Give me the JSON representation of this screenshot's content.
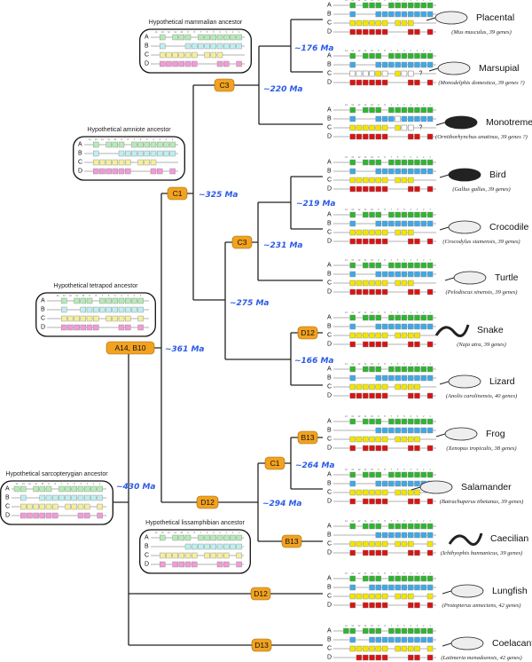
{
  "colors": {
    "A": "#2fb52f",
    "B": "#3fa9e6",
    "C": "#f2e600",
    "D": "#d81414",
    "A_ancestral": "#b5ecb5",
    "B_ancestral": "#bdeff0",
    "C_ancestral": "#f4ef9c",
    "D_ancestral": "#f39ad8",
    "badge": "#f2a21f",
    "age_text": "#2a5ae8"
  },
  "row_labels": [
    "A",
    "B",
    "C",
    "D"
  ],
  "col_labels": [
    "14",
    "13",
    "12",
    "11",
    "10",
    "9",
    "8",
    "7",
    "6",
    "5",
    "4",
    "3",
    "2",
    "1"
  ],
  "ages": {
    "therian": "~176 Ma",
    "mammal": "~220 Ma",
    "amniote": "~325 Ma",
    "archelosaur": "~231 Ma",
    "archosaur": "~219 Ma",
    "reptile": "~275 Ma",
    "squamate": "~166 Ma",
    "tetrapod": "~361 Ma",
    "batrachian": "~264 Ma",
    "amphibian": "~294 Ma",
    "sarcopterygian": "~430 Ma"
  },
  "badges": {
    "mammal_c3": "C3",
    "amniote_c1": "C1",
    "reptile_c3": "C3",
    "squamate_d12": "D12",
    "tetrapod_a14b10": "A14, B10",
    "amphibian_d12": "D12",
    "batrachian_c1": "C1",
    "frog_b13": "B13",
    "caecilian_b13": "B13",
    "lungfish_d12": "D12",
    "coelacanth_d13": "D13"
  },
  "ancestors": [
    {
      "title": "Hypothetical mammalian ancestor",
      "rows": [
        "01011101111111",
        "01000111111111",
        "01111110111000",
        "01111110001101"
      ]
    },
    {
      "title": "Hypothetical amniote ancestor",
      "rows": [
        "01011101111111",
        "01000111111111",
        "01111110111000",
        "01111110001101"
      ]
    },
    {
      "title": "Hypothetical tetrapod ancestor",
      "rows": [
        "01011101111111",
        "01001111111111",
        "01111110111101",
        "01111110001101"
      ]
    },
    {
      "title": "Hypothetical sarcopterygian ancestor",
      "rows": [
        "11011101111111",
        "01001111111111",
        "01111110111101",
        "01111110001101"
      ]
    },
    {
      "title": "Hypothetical lissamphibian ancestor",
      "rows": [
        "01011101111111",
        "00000111111111",
        "01111110111101",
        "01011110001101"
      ]
    }
  ],
  "species": [
    {
      "name": "Placental",
      "caption": "(Mus musculus, 39 genes)",
      "rows": [
        "01011101111111",
        "01000111111111",
        "01111110111000",
        "01111110001101"
      ],
      "unknown_rows": []
    },
    {
      "name": "Marsupial",
      "caption": "(Monodelphis domestica, 39 genes ?)",
      "rows": [
        "01011101111111",
        "01000111111111",
        "0wwww1w01ww000",
        "01111110001101"
      ],
      "unknown_rows": [
        "C"
      ],
      "unknown_mark": "?"
    },
    {
      "name": "Monotreme",
      "caption": "(Ornithorhynchus anatinus, 39 genes ?)",
      "rows": [
        "01011101111111",
        "01000111w11111",
        "011111101ww000",
        "01111110001101"
      ],
      "unknown_rows": [
        "C"
      ],
      "unknown_mark": "?"
    },
    {
      "name": "Bird",
      "caption": "(Gallus gallus, 39 genes)",
      "rows": [
        "01011101111111",
        "01000111111111",
        "01111110111000",
        "01111110001101"
      ],
      "unknown_rows": []
    },
    {
      "name": "Crocodile",
      "caption": "(Crocodylus siamensis, 39 genes)",
      "rows": [
        "01011101111111",
        "01000111111111",
        "01111110111000",
        "01111110001101"
      ],
      "unknown_rows": []
    },
    {
      "name": "Turtle",
      "caption": "(Pelodiscus sinensis, 39 genes)",
      "rows": [
        "01011101111111",
        "01000111111111",
        "01111110111000",
        "01111110001101"
      ],
      "unknown_rows": []
    },
    {
      "name": "Snake",
      "caption": "(Naja atra, 39 genes)",
      "rows": [
        "01011101111111",
        "01000111111111",
        "01111110111100",
        "01011110001101"
      ],
      "unknown_rows": []
    },
    {
      "name": "Lizard",
      "caption": "(Anolis carolinensis, 40 genes)",
      "rows": [
        "01011101111111",
        "01000111111111",
        "01111110111100",
        "01111110001101"
      ],
      "unknown_rows": []
    },
    {
      "name": "Frog",
      "caption": "(Xenopus tropicalis, 38 genes)",
      "rows": [
        "01011101111111",
        "00000111111111",
        "01111110111100",
        "01011110001101"
      ],
      "unknown_rows": []
    },
    {
      "name": "Salamander",
      "caption": "(Batrachuperus tibetanus, 39 genes)",
      "rows": [
        "01011101111111",
        "01000111111111",
        "01111110111100",
        "01011110001101"
      ],
      "unknown_rows": []
    },
    {
      "name": "Caecilian",
      "caption": "(Ichthyophis bannanicus, 39 genes)",
      "rows": [
        "01011101111111",
        "00000111111111",
        "01111110111001",
        "01011110001101"
      ],
      "unknown_rows": []
    },
    {
      "name": "Lungfish",
      "caption": "(Protopterus annectens, 42 genes)",
      "rows": [
        "01011101111111",
        "01001111111111",
        "01111110111001",
        "01011110001101"
      ],
      "unknown_rows": []
    },
    {
      "name": "Coelacanth",
      "caption": "(Latimeria menadoensis, 42 genes)",
      "rows": [
        "11011101111111",
        "01001111111111",
        "01111110111101",
        "00111110001101"
      ],
      "unknown_rows": []
    }
  ]
}
